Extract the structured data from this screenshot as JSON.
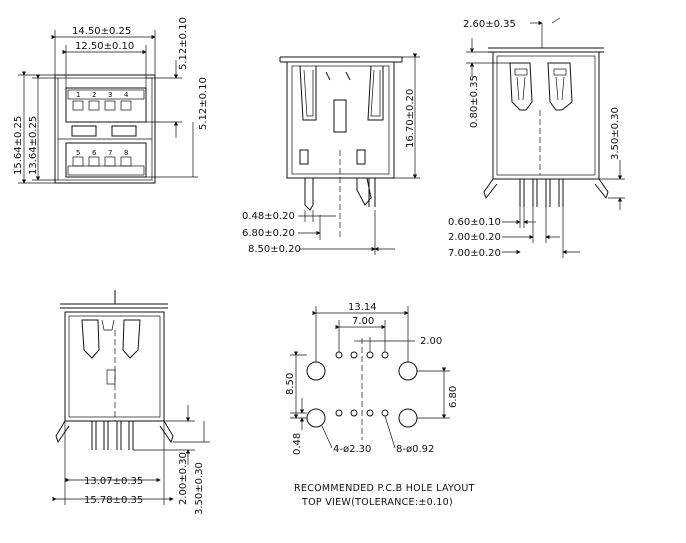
{
  "front_view": {
    "width_outer": "14.50±0.25",
    "width_inner": "12.50±0.10",
    "height_outer": "15.64±0.25",
    "height_inner": "13.64±0.25",
    "port_height_top": "5.12±0.10",
    "port_height_bottom": "5.12±0.10",
    "pin_numbers_top": [
      "1",
      "2",
      "3",
      "4"
    ],
    "pin_numbers_bottom": [
      "5",
      "6",
      "7",
      "8"
    ]
  },
  "side_view": {
    "height": "16.70±0.20",
    "pin_width": "0.48±0.20",
    "pin_span": "6.80±0.20",
    "body_depth": "8.50±0.20"
  },
  "rear_view": {
    "top_offset": "2.60±0.35",
    "contact_height": "0.80±0.35",
    "leg_length": "3.50±0.30",
    "pin_width": "0.60±0.10",
    "pin_pitch": "2.00±0.20",
    "pin_span": "7.00±0.20"
  },
  "front_side_view": {
    "width_inner": "13.07±0.35",
    "width_outer": "15.78±0.35",
    "pin_length": "2.00±0.30",
    "leg_length": "3.50±0.30"
  },
  "pcb_layout": {
    "overall_width": "13.14",
    "pin_span": "7.00",
    "pitch": "2.00",
    "mount_hole_span": "8.50",
    "row_spacing": "6.80",
    "offset": "0.48",
    "mount_hole_callout": "4-ø2.30",
    "pin_hole_callout": "8-ø0.92",
    "caption_line1": "RECOMMENDED P.C.B HOLE LAYOUT",
    "caption_line2": "TOP VIEW(TOLERANCE:±0.10)"
  }
}
